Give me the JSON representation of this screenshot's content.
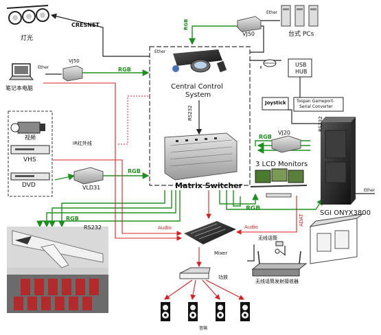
{
  "labels": {
    "cresnet": "CRESNET",
    "lights": "灯光",
    "vj50_top": "VJ50",
    "ether_top": "Ether",
    "desktop_pcs": "台式 PCs",
    "ether_left": "Ether",
    "vj50_left": "VJ50",
    "ether_laptop": "Ether",
    "laptop": "笔记本电脑",
    "rgb_laptop": "RGB",
    "rgb_top": "RGB",
    "central_control_line1": "Central Control",
    "central_control_line2": "System",
    "usb_hub_line1": "USB",
    "usb_hub_line2": "HUB",
    "joystick": "Joystick",
    "converter_line1": "Tospan Gameport-",
    "converter_line2": "Serial Converter",
    "rs232_right": "RS232",
    "rs232_center": "RS232",
    "ir": "IR红外线",
    "video": "视频",
    "vhs": "VHS",
    "dvd": "DVD",
    "vld31": "VLD31",
    "rgb_dvd": "RGB",
    "vj20": "VJ20",
    "rgb_vj20": "RGB",
    "lcd_monitors": "3 LCD Monitors",
    "matrix_switcher": "Matrix Switcher",
    "rgb_bottom_right": "RGB",
    "sgi": "SGI ONYX3800",
    "ether_sgi": "Ether",
    "adat": "ADAT",
    "rgb_left_bottom": "RGB",
    "rs232_bottom": "RS232",
    "audio_left": "Audio",
    "audio_right": "Audio",
    "mixer": "Mixer",
    "wireless_mic": "无线话筒",
    "wireless_receiver": "无线话筒发射接收器",
    "amplifier": "功放",
    "speakers": "音箱"
  },
  "colors": {
    "rgb_line": "#1e8f1e",
    "audio_line": "#d42020",
    "control_line": "#222222",
    "dashed_box": "#333333"
  }
}
